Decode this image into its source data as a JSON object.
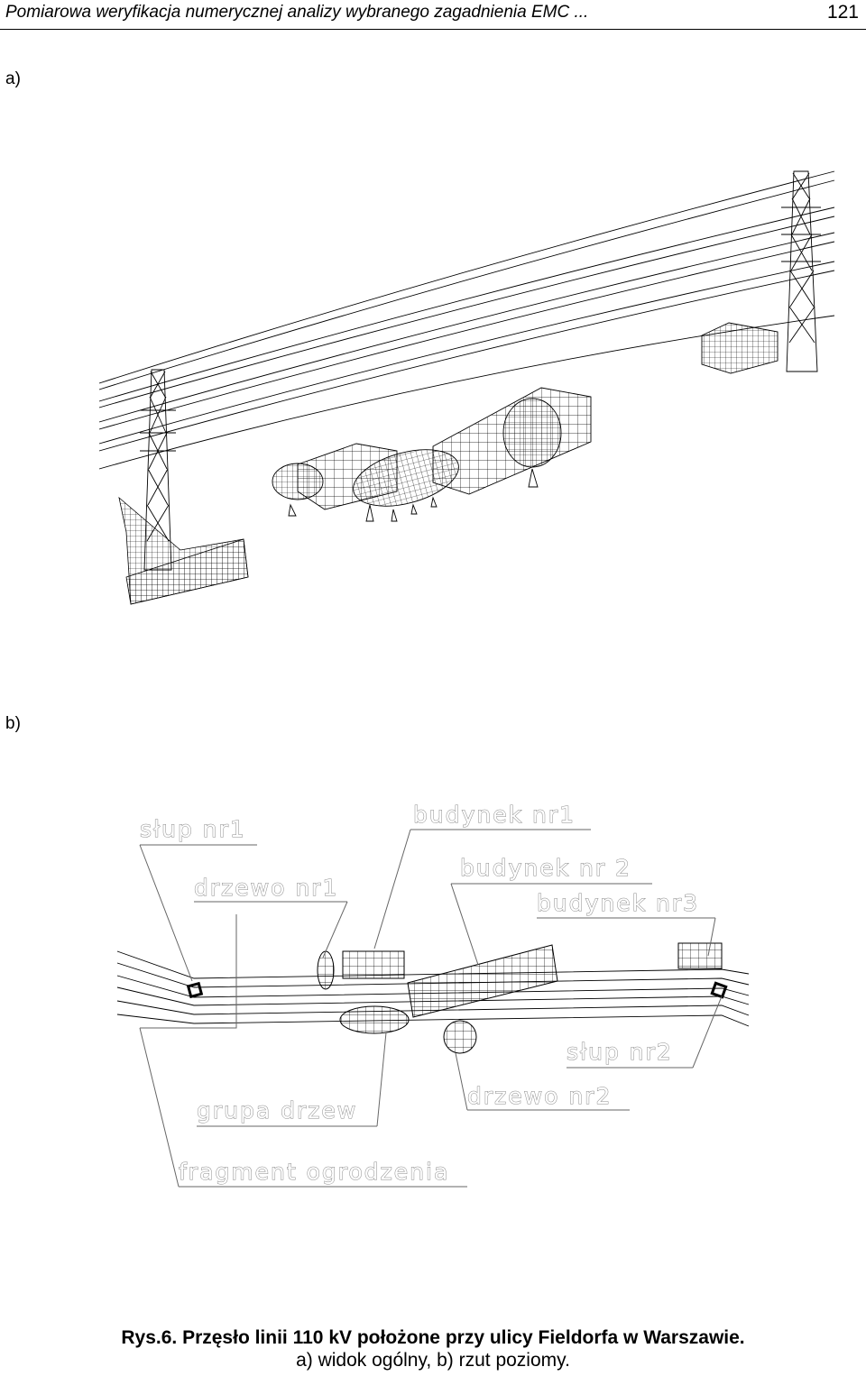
{
  "header": {
    "title": "Pomiarowa weryfikacja numerycznej analizy wybranego zagadnienia EMC ...",
    "page_number": "121"
  },
  "figure": {
    "panel_a_label": "a)",
    "panel_b_label": "b)",
    "annotations": {
      "slup_nr1": "słup nr1",
      "drzewo_nr1": "drzewo nr1",
      "budynek_nr1": "budynek nr1",
      "budynek_nr2": "budynek nr 2",
      "budynek_nr3": "budynek nr3",
      "slup_nr2": "słup nr2",
      "drzewo_nr2": "drzewo nr2",
      "grupa_drzew": "grupa drzew",
      "fragment_ogrodzenia": "fragment ogrodzenia"
    }
  },
  "caption": {
    "line1": "Rys.6. Przęsło linii 110 kV położone przy ulicy Fieldorfa w Warszawie.",
    "line2": "a) widok ogólny, b) rzut poziomy."
  },
  "colors": {
    "ink": "#000000",
    "annotation_outline": "#888888"
  }
}
